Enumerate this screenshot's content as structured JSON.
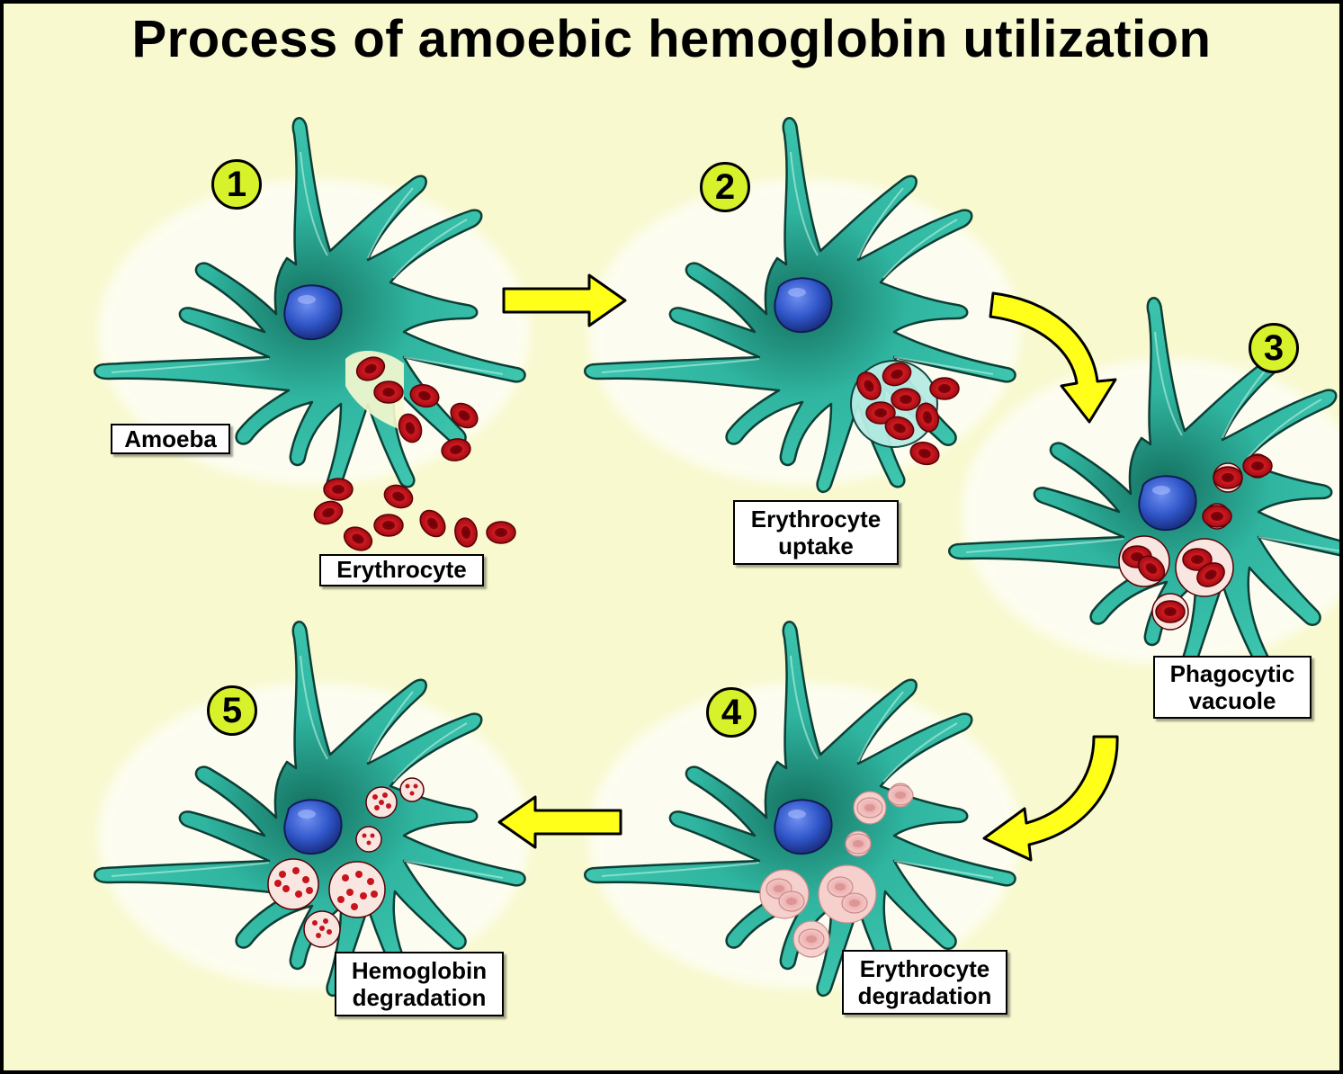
{
  "title": "Process of amoebic hemoglobin utilization",
  "steps": [
    "1",
    "2",
    "3",
    "4",
    "5"
  ],
  "labels": {
    "amoeba": "Amoeba",
    "erythrocyte": "Erythrocyte",
    "uptake_line1": "Erythrocyte",
    "uptake_line2": "uptake",
    "vacuole_line1": "Phagocytic",
    "vacuole_line2": "vacuole",
    "erydeg_line1": "Erythrocyte",
    "erydeg_line2": "degradation",
    "hbdeg_line1": "Hemoglobin",
    "hbdeg_line2": "degradation"
  },
  "colors": {
    "background": "#f8f9cf",
    "amoeba_body": "#2fb5a0",
    "nucleus": "#2f55c8",
    "erythrocyte": "#c8141c",
    "arrow": "#ffff1a",
    "step_badge": "#d7f12b"
  }
}
